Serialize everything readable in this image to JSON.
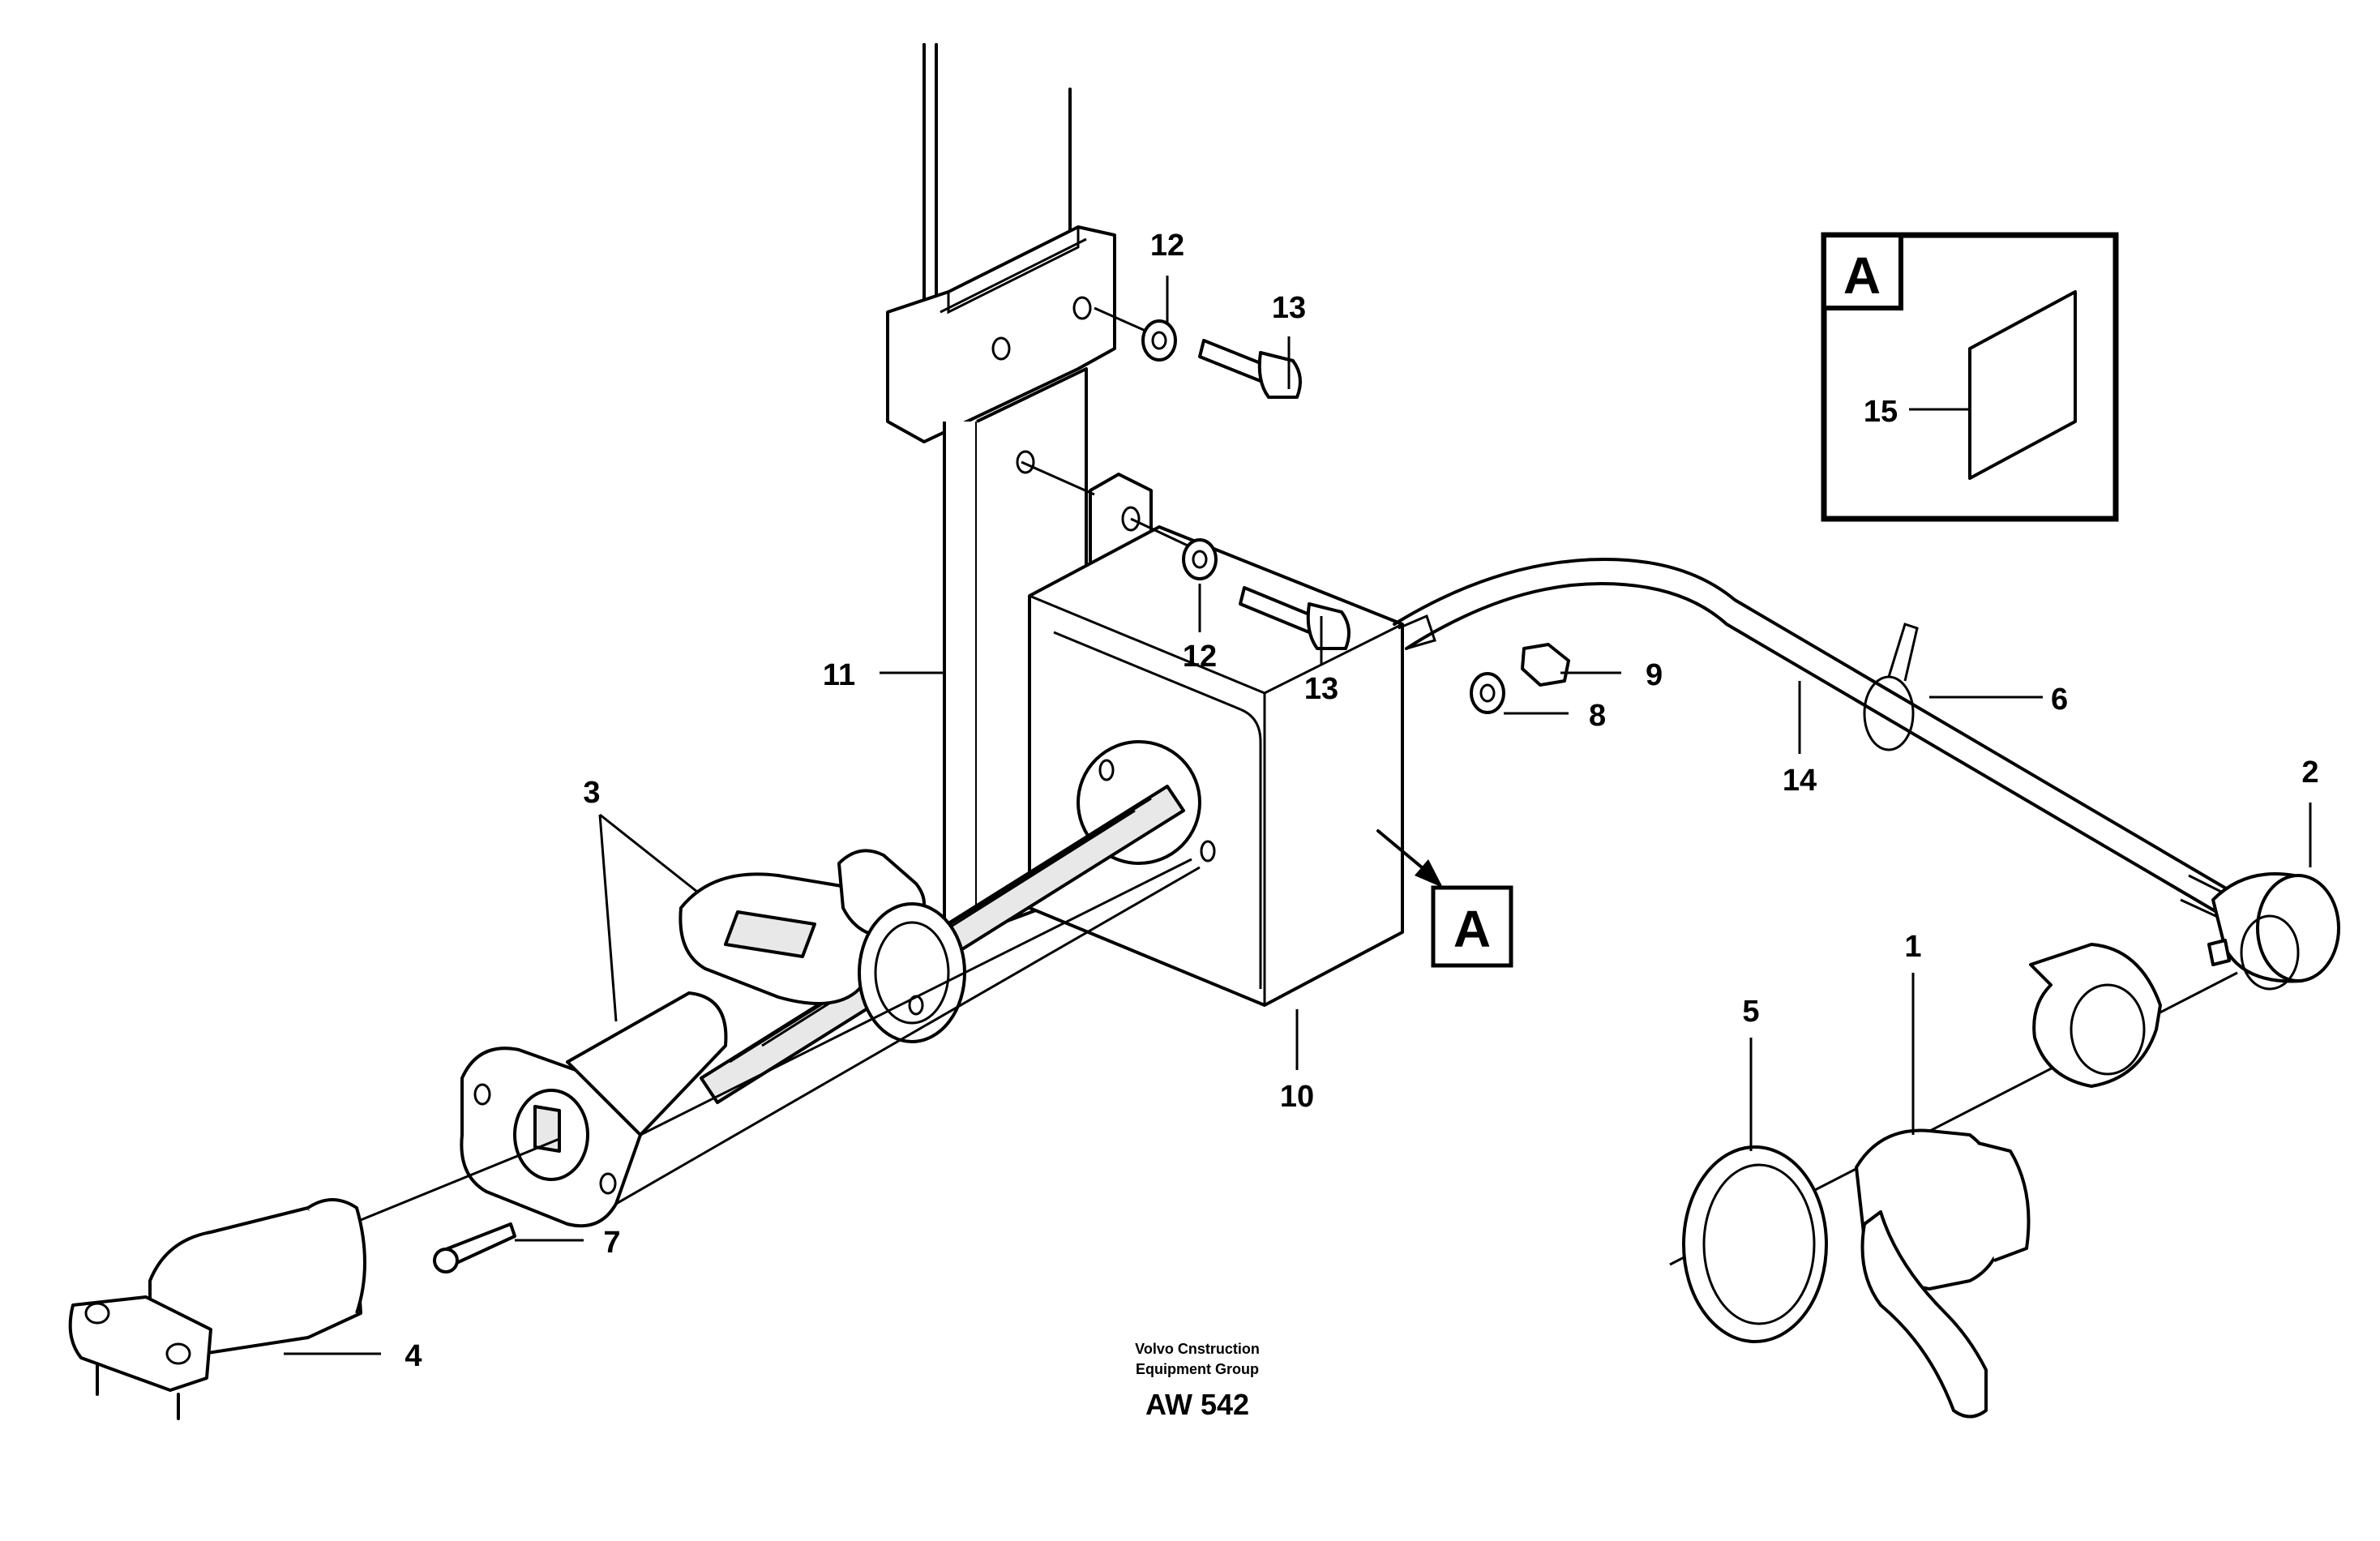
{
  "diagram": {
    "callouts": {
      "n1": "1",
      "n2": "2",
      "n3": "3",
      "n4": "4",
      "n5": "5",
      "n6": "6",
      "n7": "7",
      "n8": "8",
      "n9": "9",
      "n10": "10",
      "n11": "11",
      "n12a": "12",
      "n12b": "12",
      "n13a": "13",
      "n13b": "13",
      "n14": "14",
      "n15": "15"
    },
    "view_marker": "A",
    "detail_box_letter": "A",
    "credit": {
      "line1": "Volvo Cnstruction",
      "line2": "Equipment Group",
      "code": "AW 542"
    }
  }
}
